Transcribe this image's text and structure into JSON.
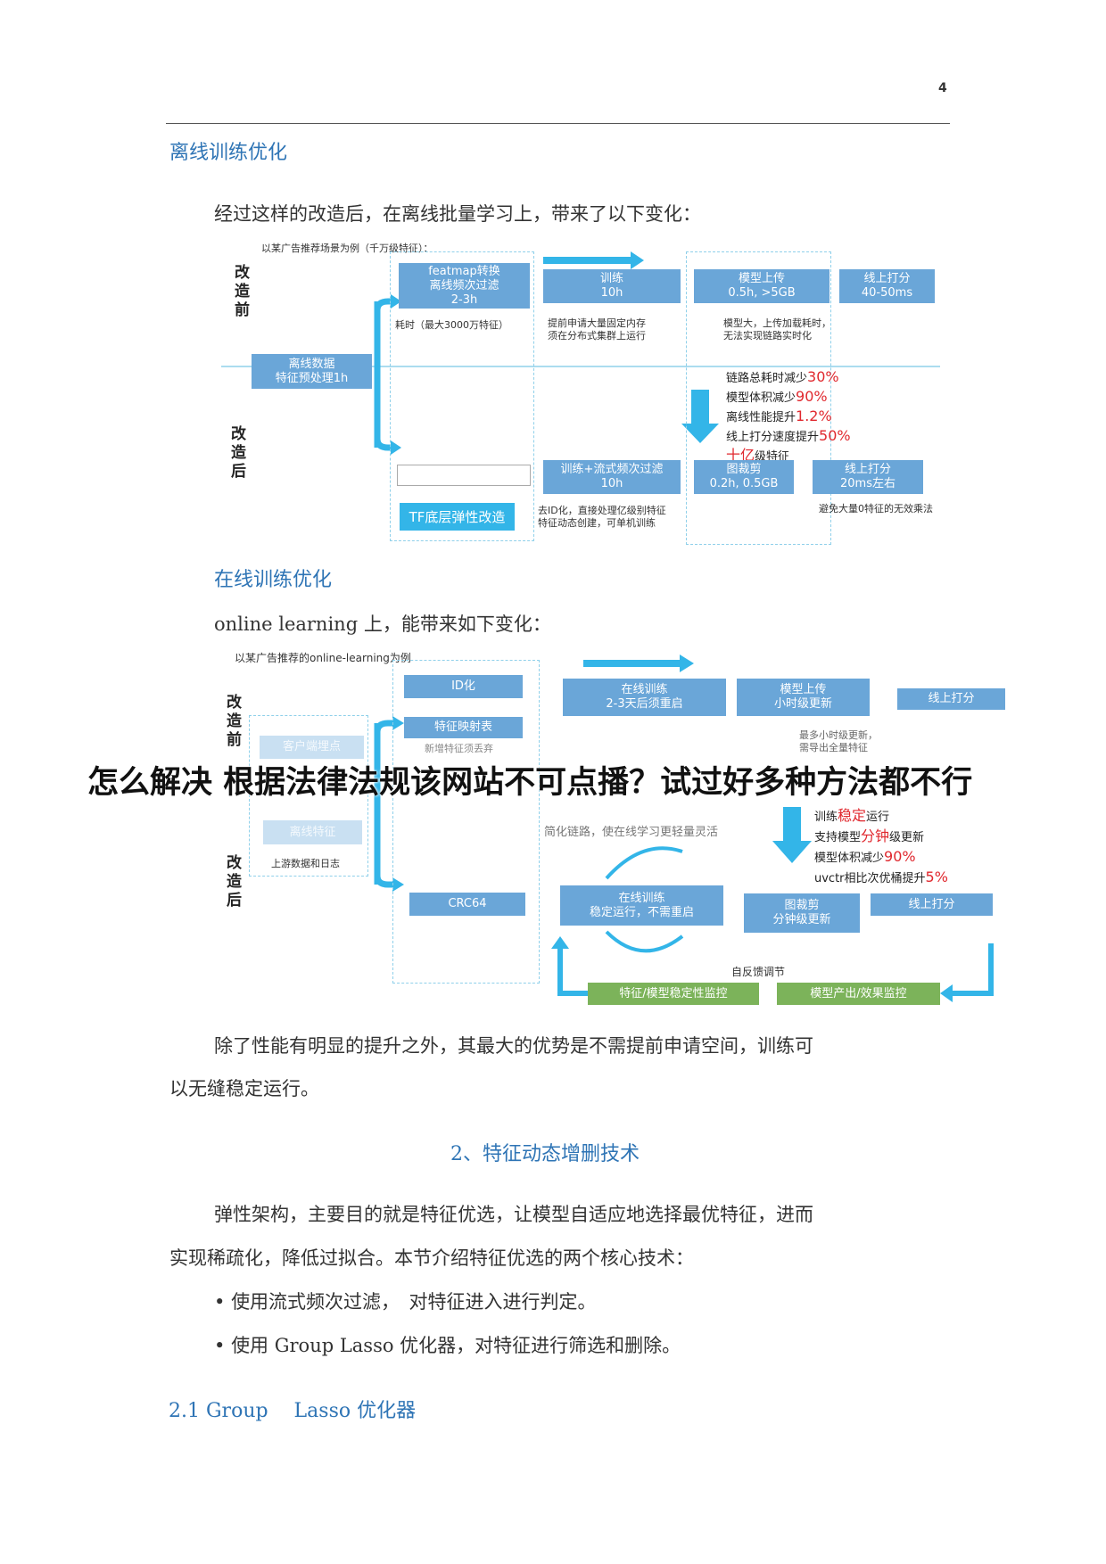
{
  "page_number": "4",
  "section1": {
    "heading": "离线训练优化",
    "intro": "经过这样的改造后，在离线批量学习上，带来了以下变化："
  },
  "diagram1": {
    "caption": "以某广告推荐场景为例（千万级特征）：",
    "before_label": "改造前",
    "after_label": "改造后",
    "source": [
      "离线数据",
      "特征预处理1h"
    ],
    "featmap": [
      "featmap转换",
      "离线频次过滤",
      "2-3h"
    ],
    "train": [
      "训练",
      "10h"
    ],
    "upload": [
      "模型上传",
      "0.5h, >5GB"
    ],
    "serve": [
      "线上打分",
      "40-50ms"
    ],
    "note_time": "耗时（最大3000万特征）",
    "note_train": [
      "提前申请大量固定内存",
      "须在分布式集群上运行"
    ],
    "note_model": [
      "模型大，上传加载耗时，",
      "无法实现链路实时化"
    ],
    "metrics": [
      {
        "t": "链路总耗时减少",
        "v": "30%"
      },
      {
        "t": "模型体积减少",
        "v": "90%"
      },
      {
        "t": "离线性能提升",
        "v": "1.2%"
      },
      {
        "t": "线上打分速度提升",
        "v": "50%"
      },
      {
        "v": "十亿",
        "t": "级特征"
      }
    ],
    "tf": "TF底层弹性改造",
    "train_after": [
      "训练+流式频次过滤",
      "10h"
    ],
    "prune": [
      "图裁剪",
      "0.2h, 0.5GB"
    ],
    "serve_after": [
      "线上打分",
      "20ms左右"
    ],
    "note_id": [
      "去ID化，直接处理亿级别特征",
      "特征动态创建，可单机训练"
    ],
    "note_zero": "避免大量0特征的无效乘法"
  },
  "section2": {
    "heading": "在线训练优化",
    "intro": "online learning 上，能带来如下变化："
  },
  "diagram2": {
    "caption": "以某广告推荐的online-learning为例",
    "before_label": "改造前",
    "after_label": "改造后",
    "client": "客户端埋点",
    "offline": "离线特征",
    "upstream": "上游数据和日志",
    "id": "ID化",
    "map": "特征映射表",
    "note_new": "新增特征须丢弃",
    "crc": "CRC64",
    "online_train": [
      "在线训练",
      "2-3天后须重启"
    ],
    "upload": [
      "模型上传",
      "小时级更新"
    ],
    "serve": "线上打分",
    "note_hour": [
      "最多小时级更新，",
      "需导出全量特征"
    ],
    "note_simplify": "简化链路，使在线学习更轻量灵活",
    "metrics": [
      {
        "a": "训练",
        "v": "稳定",
        "b": "运行"
      },
      {
        "a": "支持模型",
        "v": "分钟",
        "b": "级更新"
      },
      {
        "a": "模型体积减少",
        "v": "90%",
        "b": ""
      },
      {
        "a": "uvctr相比次优桶提升",
        "v": "5%",
        "b": ""
      }
    ],
    "stable": [
      "在线训练",
      "稳定运行，不需重启"
    ],
    "prune": [
      "图裁剪",
      "分钟级更新"
    ],
    "serve_after": "线上打分",
    "feedback": "自反馈调节",
    "monitor1": "特征/模型稳定性监控",
    "monitor2": "模型产出/效果监控"
  },
  "overlay": "怎么解决 根据法律法规该网站不可点播？试过好多种方法都不行",
  "para1": [
    "除了性能有明显的提升之外，其最大的优势是不需提前申请空间，训练可",
    "以无缝稳定运行。"
  ],
  "section3": {
    "heading": "2、特征动态增删技术"
  },
  "para2": [
    "弹性架构，主要目的就是特征优选，让模型自适应地选择最优特征，进而",
    "实现稀疏化，降低过拟合。本节介绍特征优选的两个核心技术："
  ],
  "bullets": [
    "使用流式频次过滤，　对特征进入进行判定。",
    "使用 Group Lasso 优化器，对特征进行筛选和删除。"
  ],
  "section4": {
    "heading": "2.1 Group　 Lasso 优化器"
  },
  "colors": {
    "heading": "#2e74b5",
    "box": "#6aa6d8",
    "arrow": "#33b5e8",
    "accent_red": "#e0282e",
    "monitor": "#7cb35a"
  }
}
